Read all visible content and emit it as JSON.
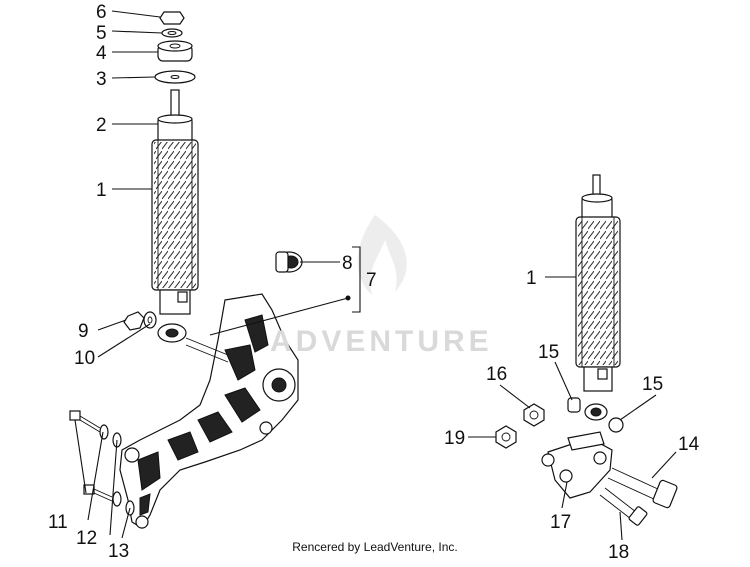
{
  "callouts": {
    "c1a": "1",
    "c2": "2",
    "c3": "3",
    "c4": "4",
    "c5": "5",
    "c6": "6",
    "c7": "7",
    "c8": "8",
    "c9": "9",
    "c10": "10",
    "c11": "11",
    "c12": "12",
    "c13": "13",
    "c1b": "1",
    "c14": "14",
    "c15a": "15",
    "c15b": "15",
    "c16": "16",
    "c17": "17",
    "c18": "18",
    "c19": "19"
  },
  "watermark": "ADVENTURE",
  "footer": "Rencered by LeadVenture, Inc."
}
